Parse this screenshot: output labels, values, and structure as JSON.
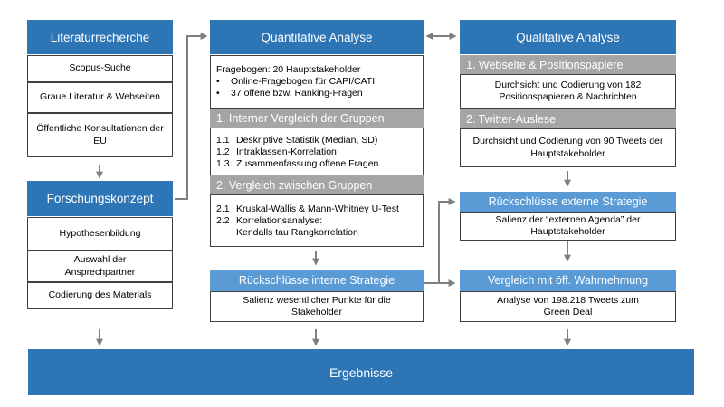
{
  "left": {
    "header1": "Literaturrecherche",
    "items1": [
      "Scopus-Suche",
      "Graue Literatur & Webseiten",
      "Öffentliche Konsultationen der EU"
    ],
    "header2": "Forschungskonzept",
    "items2": [
      "Hypothesenbildung",
      "Auswahl der Ansprechpartner",
      "Codierung des Materials"
    ]
  },
  "middle": {
    "header": "Quantitative Analyse",
    "intro": "Fragebogen: 20 Hauptstakeholder",
    "bullets": [
      {
        "marker": "•",
        "text": "Online-Fragebogen  für CAPI/CATI"
      },
      {
        "marker": "•",
        "text": "37 offene bzw. Ranking-Fragen"
      }
    ],
    "section1": {
      "title": "1. Interner Vergleich der Gruppen",
      "items": [
        {
          "marker": "1.1",
          "text": "Deskriptive Statistik (Median, SD)"
        },
        {
          "marker": "1.2",
          "text": "Intraklassen-Korrelation"
        },
        {
          "marker": "1.3",
          "text": "Zusammenfassung offene Fragen"
        }
      ]
    },
    "section2": {
      "title": "2. Vergleich zwischen Gruppen",
      "items": [
        {
          "marker": "2.1",
          "text": "Kruskal-Wallis & Mann-Whitney  U-Test"
        },
        {
          "marker": "2.2",
          "text": "Korrelationsanalyse:"
        }
      ],
      "continuation": "Kendalls tau Rangkorrelation"
    },
    "conclusion": {
      "title": "Rückschlüsse interne Strategie",
      "text": "Salienz  wesentlicher  Punkte  für die Stakeholder"
    }
  },
  "right": {
    "header": "Qualitative Analyse",
    "section1": {
      "title": "1. Webseite & Positionspapiere",
      "text": "Durchsicht und Codierung von 182 Positionspapieren & Nachrichten"
    },
    "section2": {
      "title": "2. Twitter-Auslese",
      "text": "Durchsicht und Codierung von 90 Tweets der Hauptstakeholder"
    },
    "external": {
      "title": "Rückschlüsse externe Strategie",
      "text": "Salienz der “externen Agenda” der Hauptstakeholder"
    },
    "perception": {
      "title": "Vergleich mit öff. Wahrnehmung",
      "text": "Analyse von 198.218 Tweets zum Green Deal"
    }
  },
  "result": "Ergebnisse",
  "colors": {
    "dark_blue": "#2e75b6",
    "light_blue": "#5b9bd5",
    "gray": "#a5a5a5",
    "arrow": "#7f7f7f"
  }
}
